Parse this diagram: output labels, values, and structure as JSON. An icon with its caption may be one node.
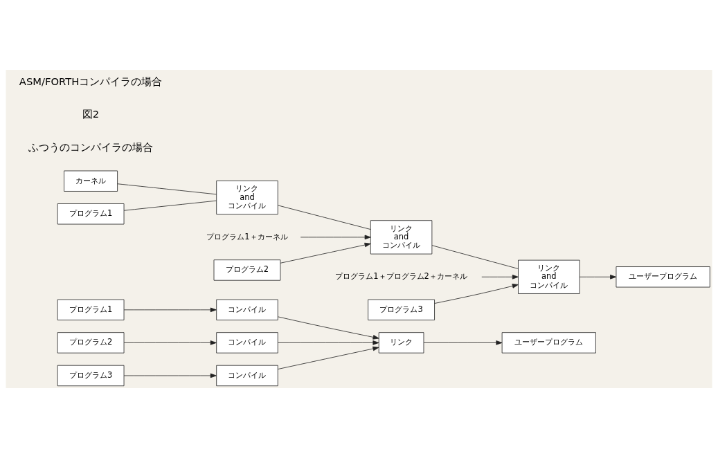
{
  "diagram": {
    "nodes": [
      {
        "text": [
          "プログラム1"
        ]
      },
      {
        "text": [
          "コンパイル"
        ]
      },
      {
        "text": [
          "プログラム2"
        ]
      },
      {
        "text": [
          "コンパイル"
        ]
      },
      {
        "text": [
          "プログラム3"
        ]
      },
      {
        "text": [
          "コンパイル"
        ]
      },
      {
        "text": [
          "リンク"
        ]
      },
      {
        "text": [
          "ユーザープログラム"
        ]
      },
      {
        "text": [
          "カーネル"
        ]
      },
      {
        "text": [
          "プログラム1"
        ]
      },
      {
        "text": [
          "リンク and コンパイル"
        ]
      },
      {
        "text": [
          "プログラム1＋カーネル"
        ]
      },
      {
        "text": [
          "プログラム2"
        ]
      },
      {
        "text": [
          "リンク and コンパイル"
        ]
      },
      {
        "text": [
          "プログラム1＋プログラム2＋カーネル"
        ]
      },
      {
        "text": [
          "プログラム3"
        ]
      },
      {
        "text": [
          "リンク and コンパイル"
        ]
      },
      {
        "text": [
          "ユーザープログラム"
        ]
      }
    ],
    "edges": [
      {
        "from": 0,
        "to": 1,
        "arrow": "to"
      },
      {
        "from": 2,
        "to": 3,
        "arrow": "to"
      },
      {
        "from": 4,
        "to": 5,
        "arrow": "to"
      },
      {
        "from": 1,
        "to": 6,
        "arrow": "to"
      },
      {
        "from": 3,
        "to": 6,
        "arrow": "to"
      },
      {
        "from": 5,
        "to": 6,
        "arrow": "to"
      },
      {
        "from": 6,
        "to": 7,
        "arrow": "to"
      },
      {
        "from": 8,
        "to": 10,
        "arrow": "none"
      },
      {
        "from": 9,
        "to": 10,
        "arrow": "none"
      },
      {
        "from": 10,
        "to": 13,
        "arrow": "none"
      },
      {
        "from": 11,
        "to": 13,
        "arrow": "to"
      },
      {
        "from": 12,
        "to": 13,
        "arrow": "to"
      },
      {
        "from": 13,
        "to": 16,
        "arrow": "none"
      },
      {
        "from": 14,
        "to": 16,
        "arrow": "to"
      },
      {
        "from": 15,
        "to": 16,
        "arrow": "to"
      },
      {
        "from": 16,
        "to": 17,
        "arrow": "to"
      }
    ],
    "labels": [
      "ふつうのコンパイラの場合",
      "図2",
      "ASM/FORTHコンパイラの場合"
    ]
  }
}
